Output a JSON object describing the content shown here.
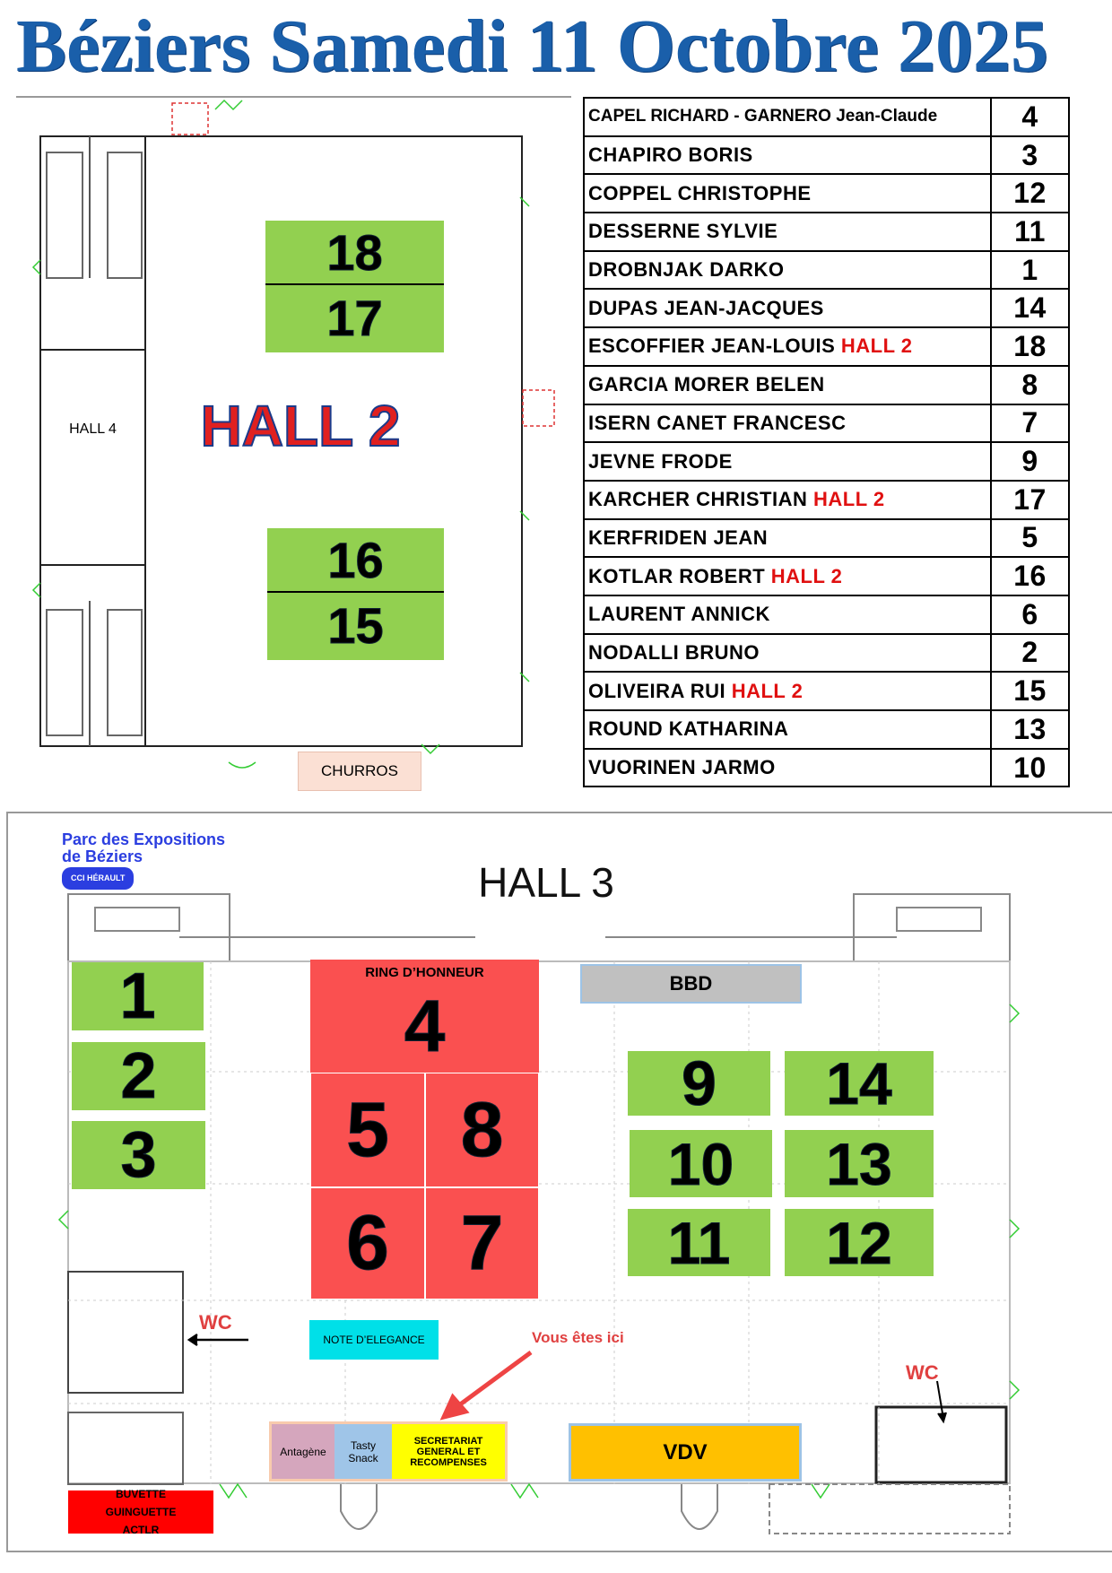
{
  "title": "Béziers Samedi 11 Octobre 2025",
  "hall2": {
    "label": "HALL 2",
    "hall4": "HALL 4",
    "stands": [
      "18",
      "17",
      "16",
      "15"
    ],
    "churros": "CHURROS"
  },
  "exhibitors": [
    {
      "name": "CAPEL RICHARD - GARNERO Jean-Claude",
      "hall": "",
      "ring": "4"
    },
    {
      "name": "CHAPIRO BORIS",
      "hall": "",
      "ring": "3"
    },
    {
      "name": "COPPEL CHRISTOPHE",
      "hall": "",
      "ring": "12"
    },
    {
      "name": "DESSERNE SYLVIE",
      "hall": "",
      "ring": "11"
    },
    {
      "name": "DROBNJAK DARKO",
      "hall": "",
      "ring": "1"
    },
    {
      "name": "DUPAS JEAN-JACQUES",
      "hall": "",
      "ring": "14"
    },
    {
      "name": "ESCOFFIER JEAN-LOUIS",
      "hall": "HALL 2",
      "ring": "18"
    },
    {
      "name": "GARCIA MORER BELEN",
      "hall": "",
      "ring": "8"
    },
    {
      "name": "ISERN CANET FRANCESC",
      "hall": "",
      "ring": "7"
    },
    {
      "name": "JEVNE FRODE",
      "hall": "",
      "ring": "9"
    },
    {
      "name": "KARCHER CHRISTIAN",
      "hall": "HALL 2",
      "ring": "17"
    },
    {
      "name": "KERFRIDEN JEAN",
      "hall": "",
      "ring": "5"
    },
    {
      "name": "KOTLAR ROBERT",
      "hall": "HALL 2",
      "ring": "16"
    },
    {
      "name": "LAURENT ANNICK",
      "hall": "",
      "ring": "6"
    },
    {
      "name": "NODALLI BRUNO",
      "hall": "",
      "ring": "2"
    },
    {
      "name": "OLIVEIRA RUI",
      "hall": "HALL 2",
      "ring": "15"
    },
    {
      "name": "ROUND KATHARINA",
      "hall": "",
      "ring": "13"
    },
    {
      "name": "VUORINEN JARMO",
      "hall": "",
      "ring": "10"
    }
  ],
  "hall3": {
    "logo": {
      "line1": "Parc des Expositions",
      "line2": "de Béziers",
      "badge": "CCI HÉRAULT"
    },
    "label": "HALL 3",
    "ring_honneur": "RING D’HONNEUR",
    "rings": {
      "r1": "1",
      "r2": "2",
      "r3": "3",
      "r4": "4",
      "r5": "5",
      "r6": "6",
      "r7": "7",
      "r8": "8",
      "r9": "9",
      "r10": "10",
      "r11": "11",
      "r12": "12",
      "r13": "13",
      "r14": "14"
    },
    "bbd": "BBD",
    "note": "NOTE D’ELEGANCE",
    "antagene": "Antagène",
    "tasty": "Tasty Snack",
    "secretariat": "SECRETARIAT GENERAL ET RECOMPENSES",
    "vdv": "VDV",
    "buvette": "BUVETTE GUINGUETTE ACTLR",
    "wc": "WC",
    "here": "Vous êtes ici"
  }
}
